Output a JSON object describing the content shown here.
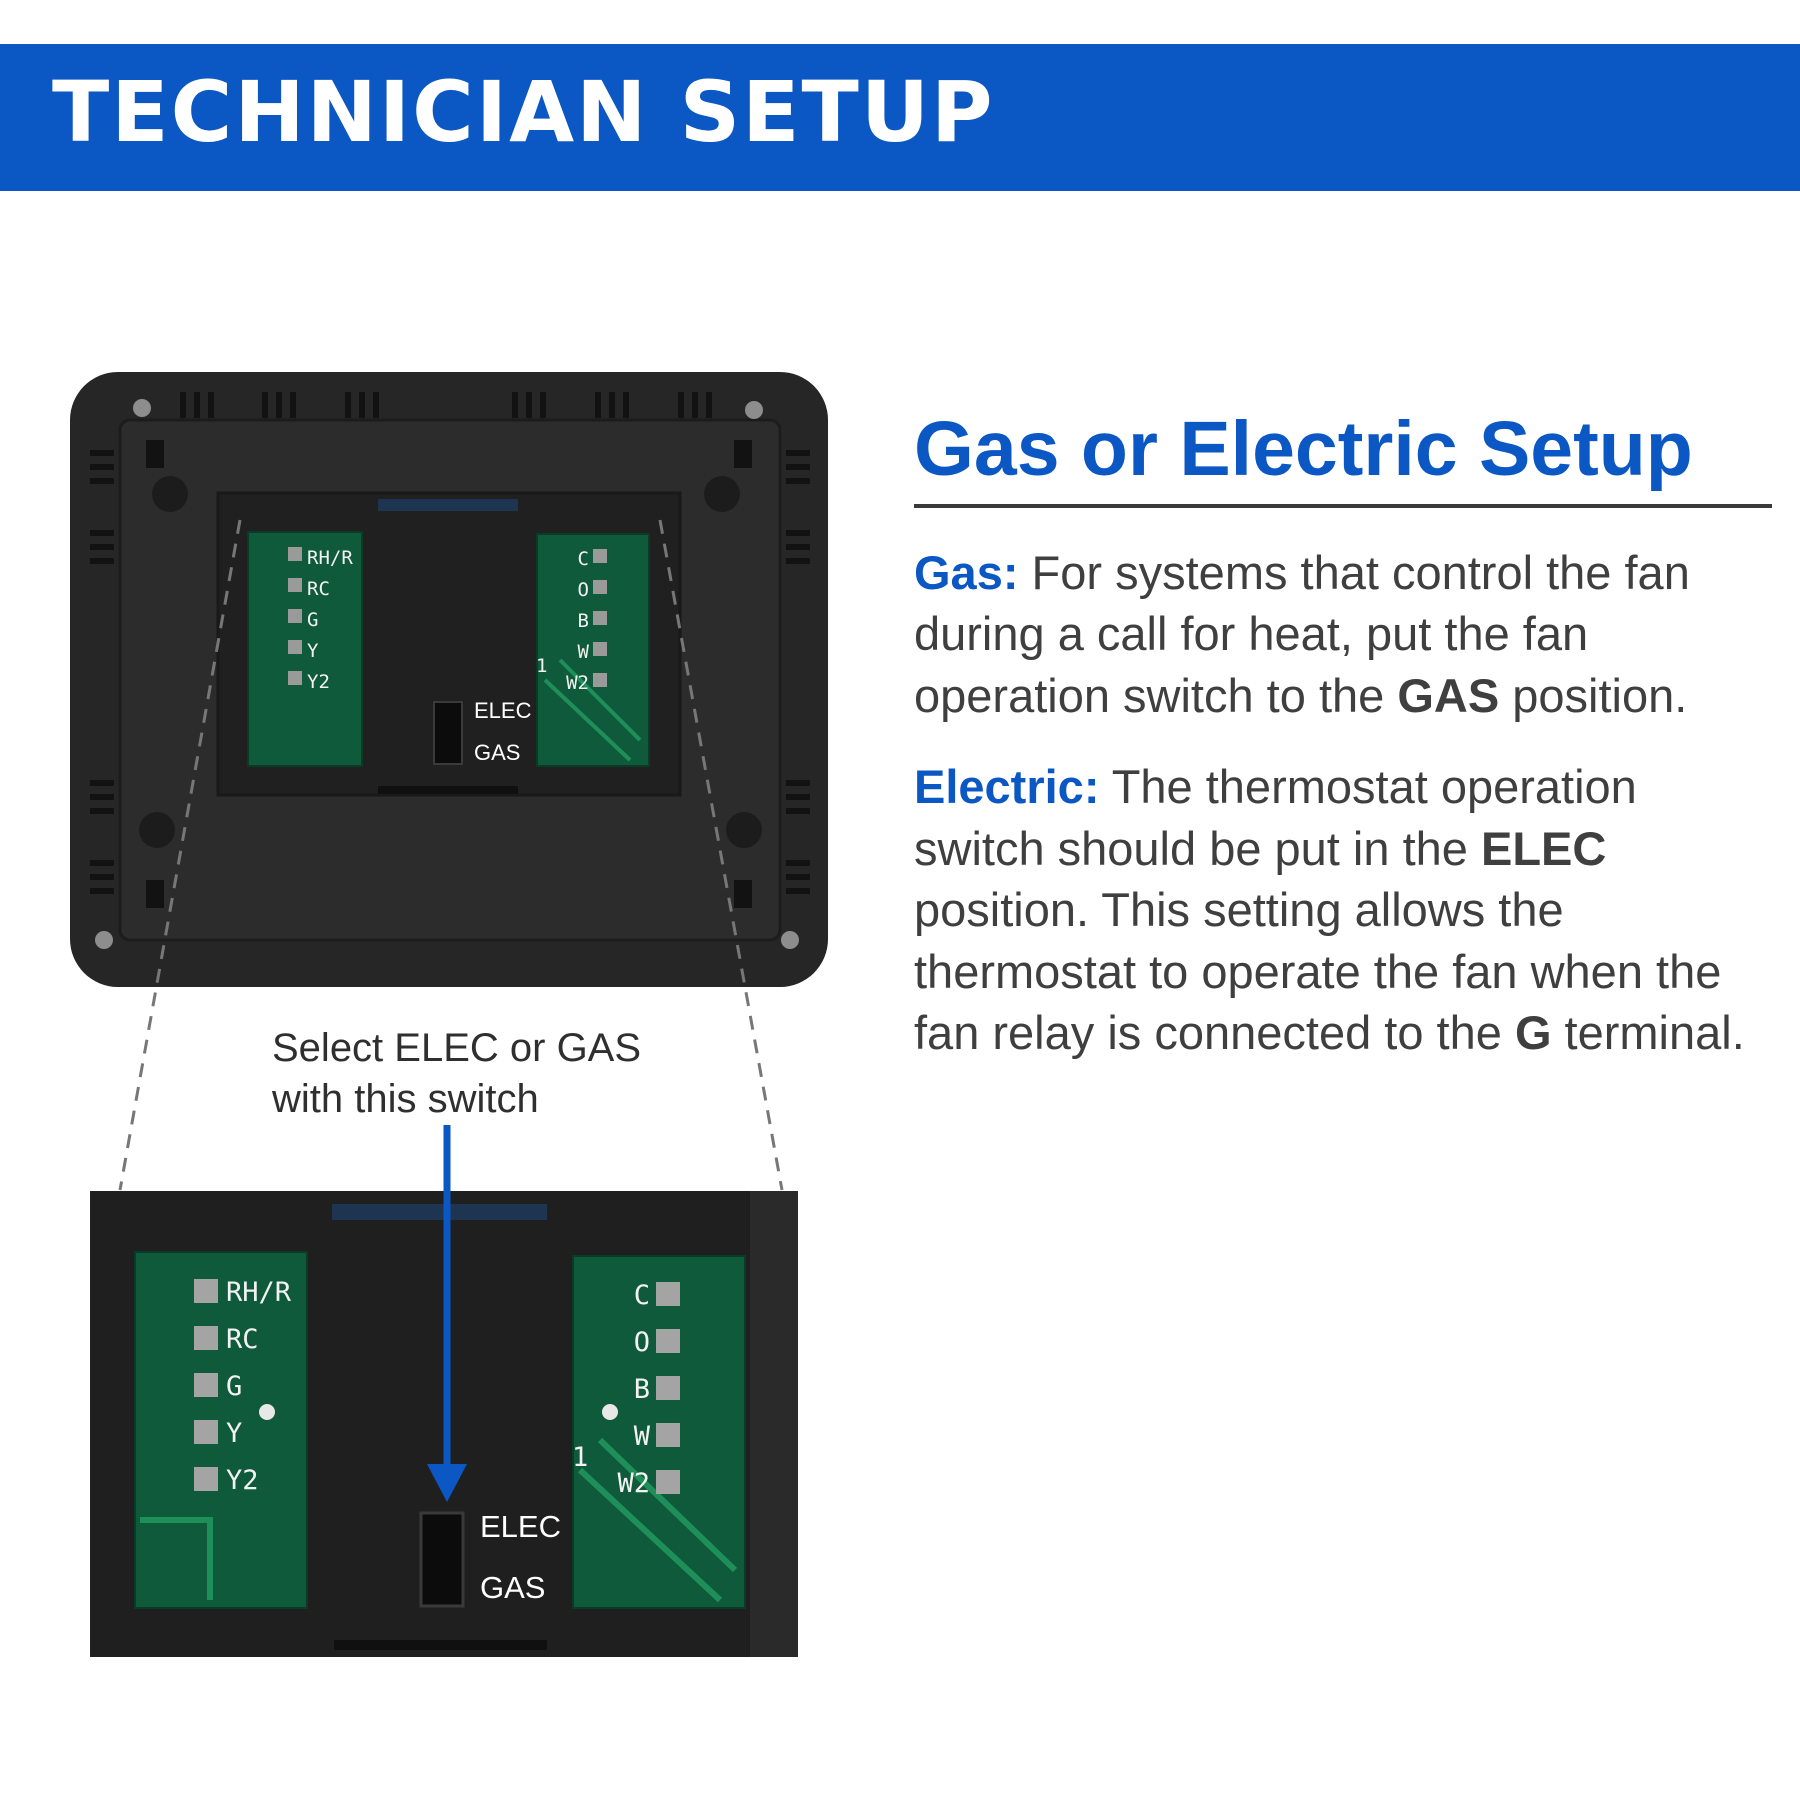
{
  "banner": {
    "title": "TECHNICIAN SETUP"
  },
  "setup": {
    "title": "Gas or Electric Setup",
    "gas": {
      "lead": "Gas:",
      "text1": " For systems that control the fan during a call for heat, put the fan operation switch to the ",
      "emphasis": "GAS",
      "text2": " position."
    },
    "electric": {
      "lead": "Electric:",
      "text1": " The thermostat operation switch should be put in the ",
      "emphasis": "ELEC",
      "text2": " position. This setting allows the thermostat to operate the fan when the fan relay is connected to the ",
      "terminal": "G",
      "text3": " terminal."
    }
  },
  "callout": {
    "line1": "Select ELEC or GAS",
    "line2": "with this switch"
  },
  "terminals_left": [
    "RH/R",
    "RC",
    "G",
    "Y",
    "Y2"
  ],
  "terminals_right": [
    "C",
    "O",
    "B",
    "W",
    "W2"
  ],
  "switch": {
    "top_label": "ELEC",
    "bottom_label": "GAS"
  },
  "board_mark": "1",
  "colors": {
    "brand_blue": "#0b57c4",
    "device": "#262626",
    "pcb": "#0f5a3a",
    "arrow": "#0b57c4"
  }
}
